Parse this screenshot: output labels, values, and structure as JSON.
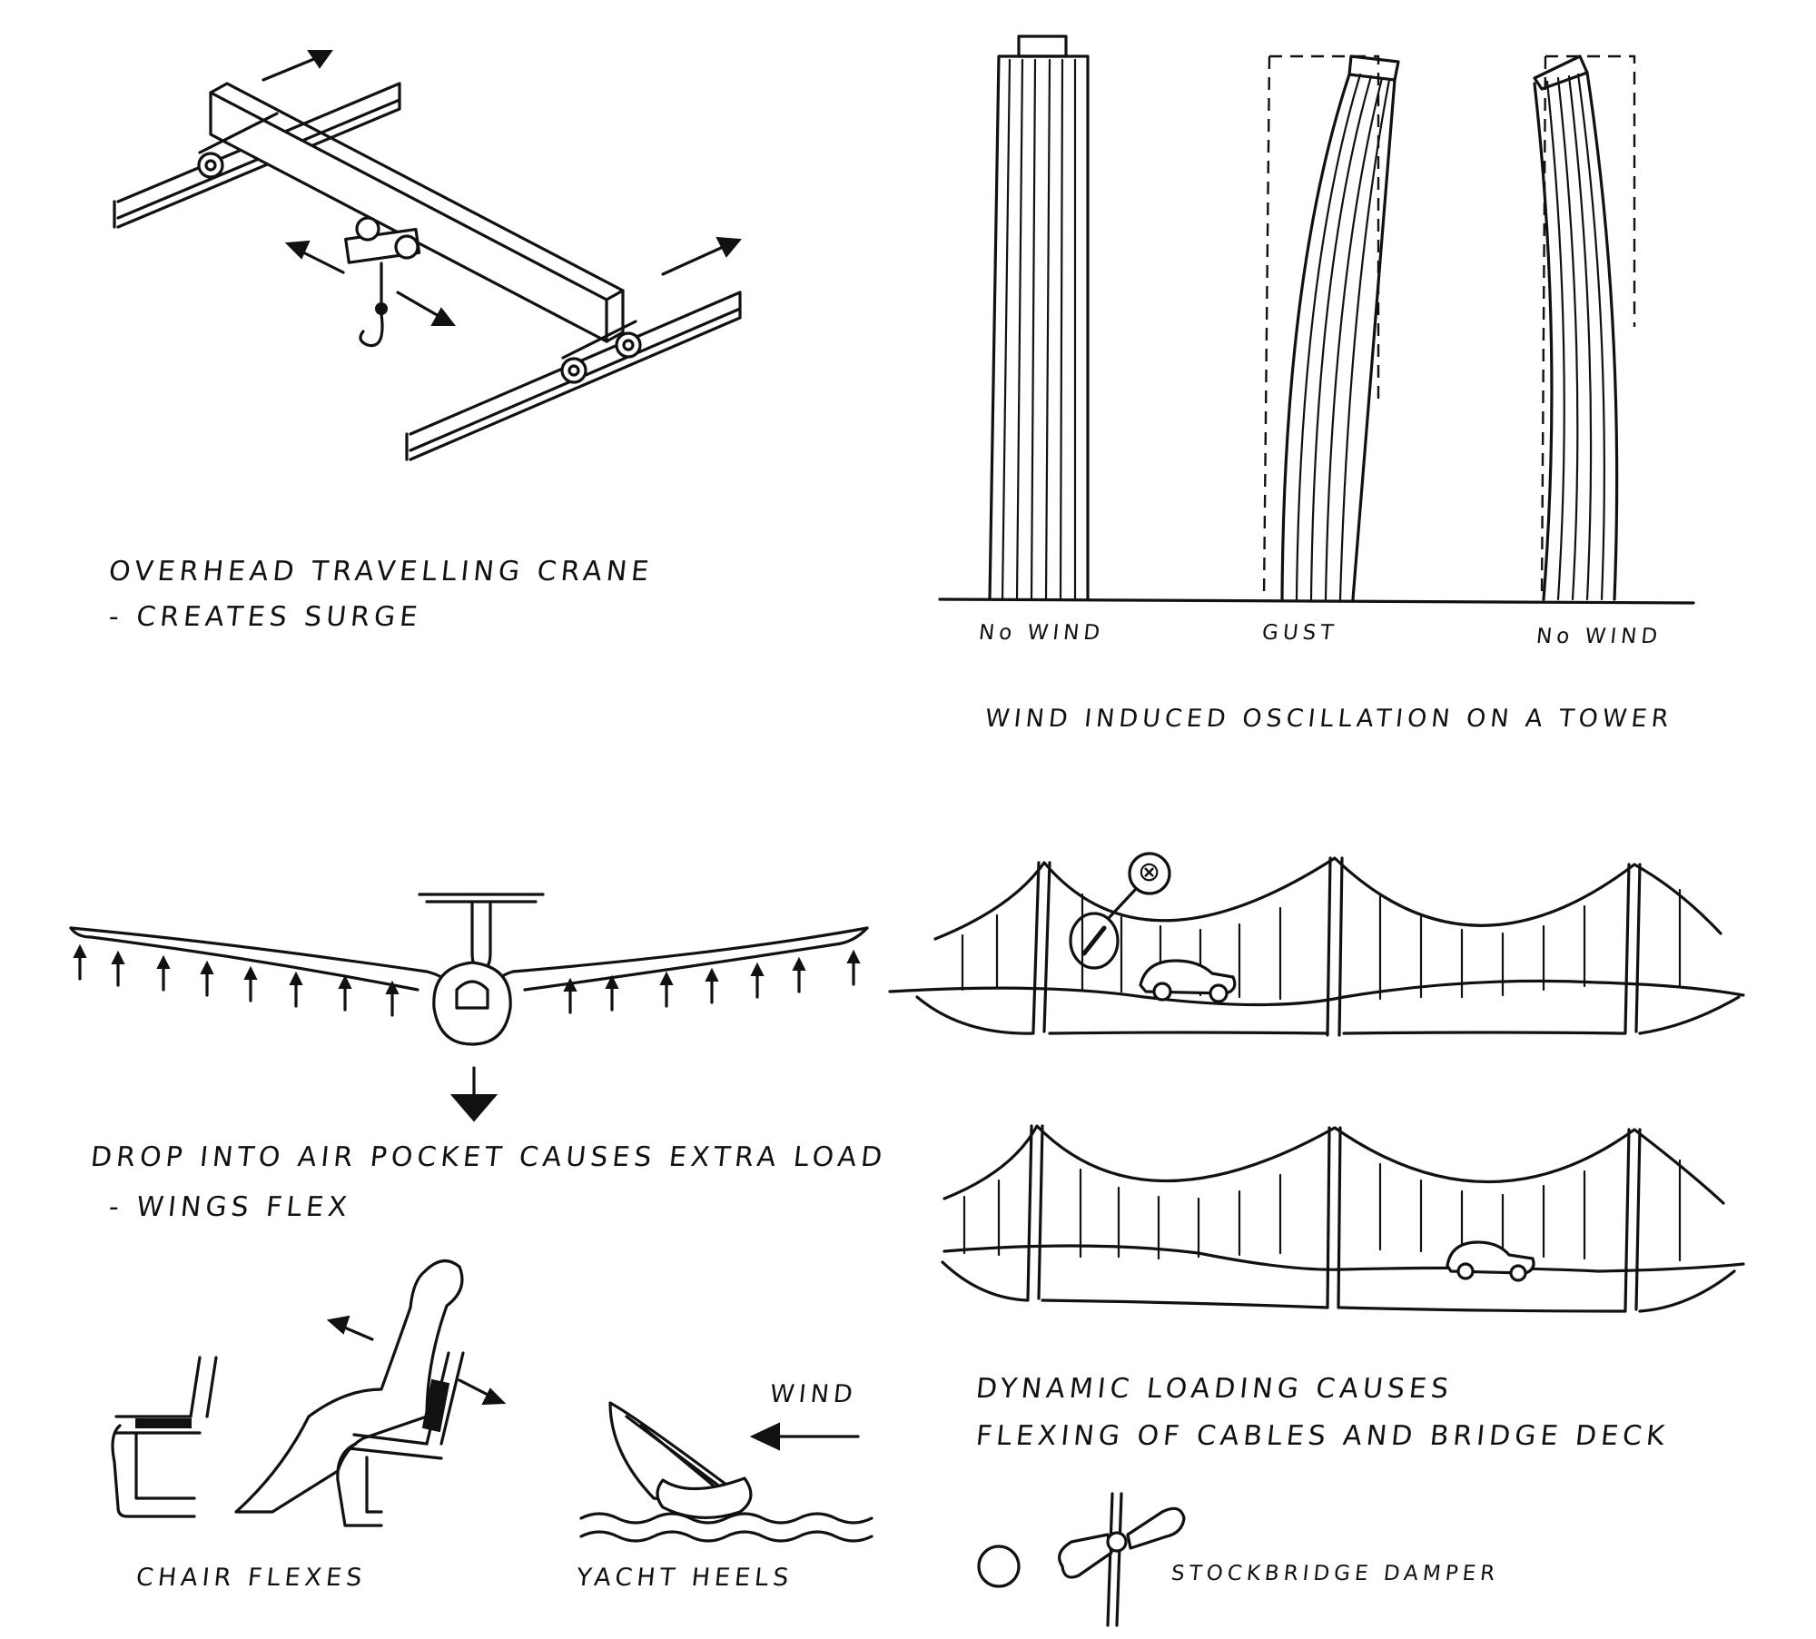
{
  "labels": {
    "crane_title": "OVERHEAD TRAVELLING CRANE",
    "crane_sub": "- CREATES SURGE",
    "tower_no_wind_1": "No WIND",
    "tower_gust": "GUST",
    "tower_no_wind_2": "No WIND",
    "tower_title": "WIND INDUCED OSCILLATION ON A TOWER",
    "plane_title": "DROP INTO AIR POCKET CAUSES EXTRA LOAD",
    "plane_sub": "- WINGS FLEX",
    "chair": "CHAIR FLEXES",
    "yacht_wind": "WIND",
    "yacht": "YACHT HEELS",
    "bridge_title_1": "DYNAMIC LOADING CAUSES",
    "bridge_title_2": "FLEXING OF CABLES AND BRIDGE DECK",
    "callout_marker": "⊗",
    "damper_marker": "⊗",
    "damper": "STOCKBRIDGE DAMPER"
  },
  "colors": {
    "ink": "#111111",
    "paper": "#ffffff"
  }
}
